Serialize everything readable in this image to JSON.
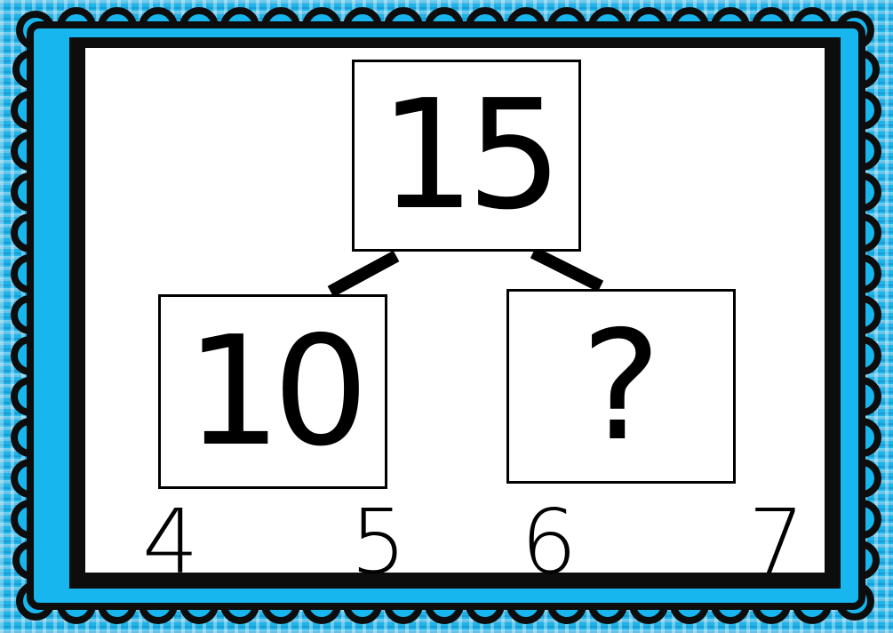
{
  "diagram": {
    "whole": "15",
    "part_known": "10",
    "part_unknown": "?"
  },
  "answer_choices": [
    "4",
    "5",
    "6",
    "7"
  ],
  "colors": {
    "background": "#1fb3e8",
    "frame_outer": "#0d0d0d",
    "frame_scallop": "#17b6ee",
    "card": "#ffffff",
    "text": "#000000"
  }
}
